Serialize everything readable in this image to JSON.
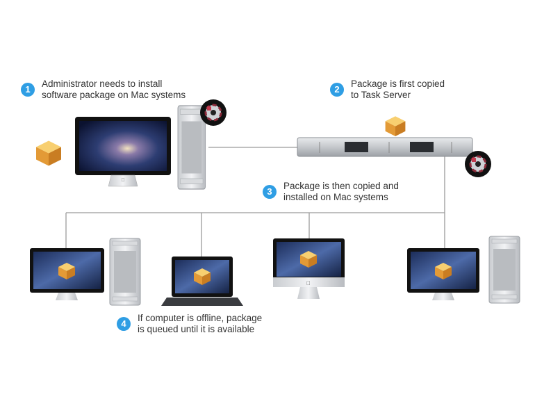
{
  "steps": [
    {
      "number": "1",
      "lines": [
        "Administrator needs to install",
        "software package on Mac systems"
      ]
    },
    {
      "number": "2",
      "lines": [
        "Package is first copied",
        "to Task Server"
      ]
    },
    {
      "number": "3",
      "lines": [
        "Package is then copied and",
        "installed on Mac systems"
      ]
    },
    {
      "number": "4",
      "lines": [
        "If computer is offline, package",
        "is queued until it is available"
      ]
    }
  ],
  "colors": {
    "badge": "#2f9ee4",
    "line": "#9a9a9a",
    "package": "#e8a23a"
  },
  "icons": [
    "package-icon",
    "admin-disc-icon",
    "server-disc-icon",
    "apple-logo-icon"
  ]
}
